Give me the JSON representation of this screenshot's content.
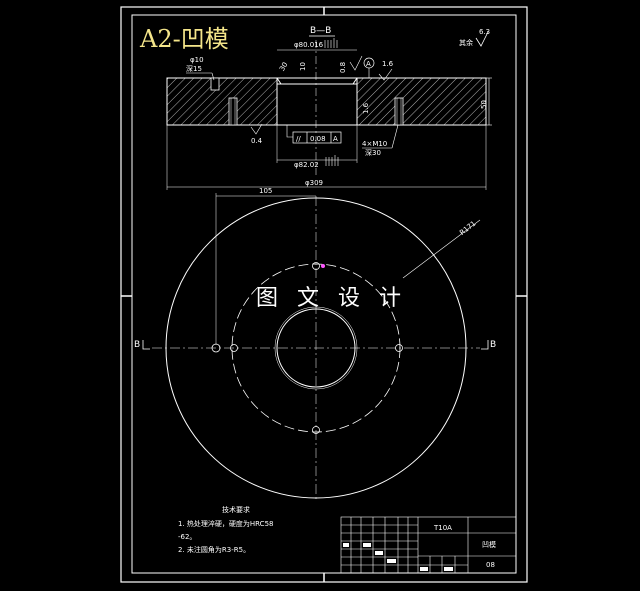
{
  "drawing": {
    "size_title": "A2-凹模",
    "section_label": "B—B",
    "roughness_other": "6.3",
    "roughness_other_text": "其余",
    "watermark": "图 文 设 计"
  },
  "dimensions": {
    "inner_top": "φ80.016",
    "bore_bottom": "φ82.02",
    "outer_dia": "φ309",
    "depth": "50",
    "offset_horizontal": "105",
    "radius_label": "R171",
    "hole_top_dia": "φ10",
    "hole_top_depth": "深15",
    "thread_spec": "4×M10",
    "thread_depth": "深30",
    "chamfer_left": "30",
    "chamfer_right": "10",
    "roughness_a": "0.8",
    "roughness_b": "1.6",
    "roughness_c": "1.6",
    "roughness_d": "0.4",
    "datum_a": "A",
    "tolerance_symbol": "//",
    "tolerance_value": "0.08",
    "tolerance_datum": "A",
    "section_mark_left": "B",
    "section_mark_right": "B"
  },
  "tech_requirements": {
    "heading": "技术要求",
    "line1": "1. 热处理淬硬，硬度为HRC58",
    "line2": "-62。",
    "line3": "2. 未注圆角为R3-R5。"
  },
  "title_block": {
    "material": "T10A",
    "part_name": "凹模",
    "drawing_no": "08"
  },
  "colors": {
    "background": "#000000",
    "lines": "#ffffff",
    "title": "#f4e58a",
    "marker": "#ff55ff"
  }
}
